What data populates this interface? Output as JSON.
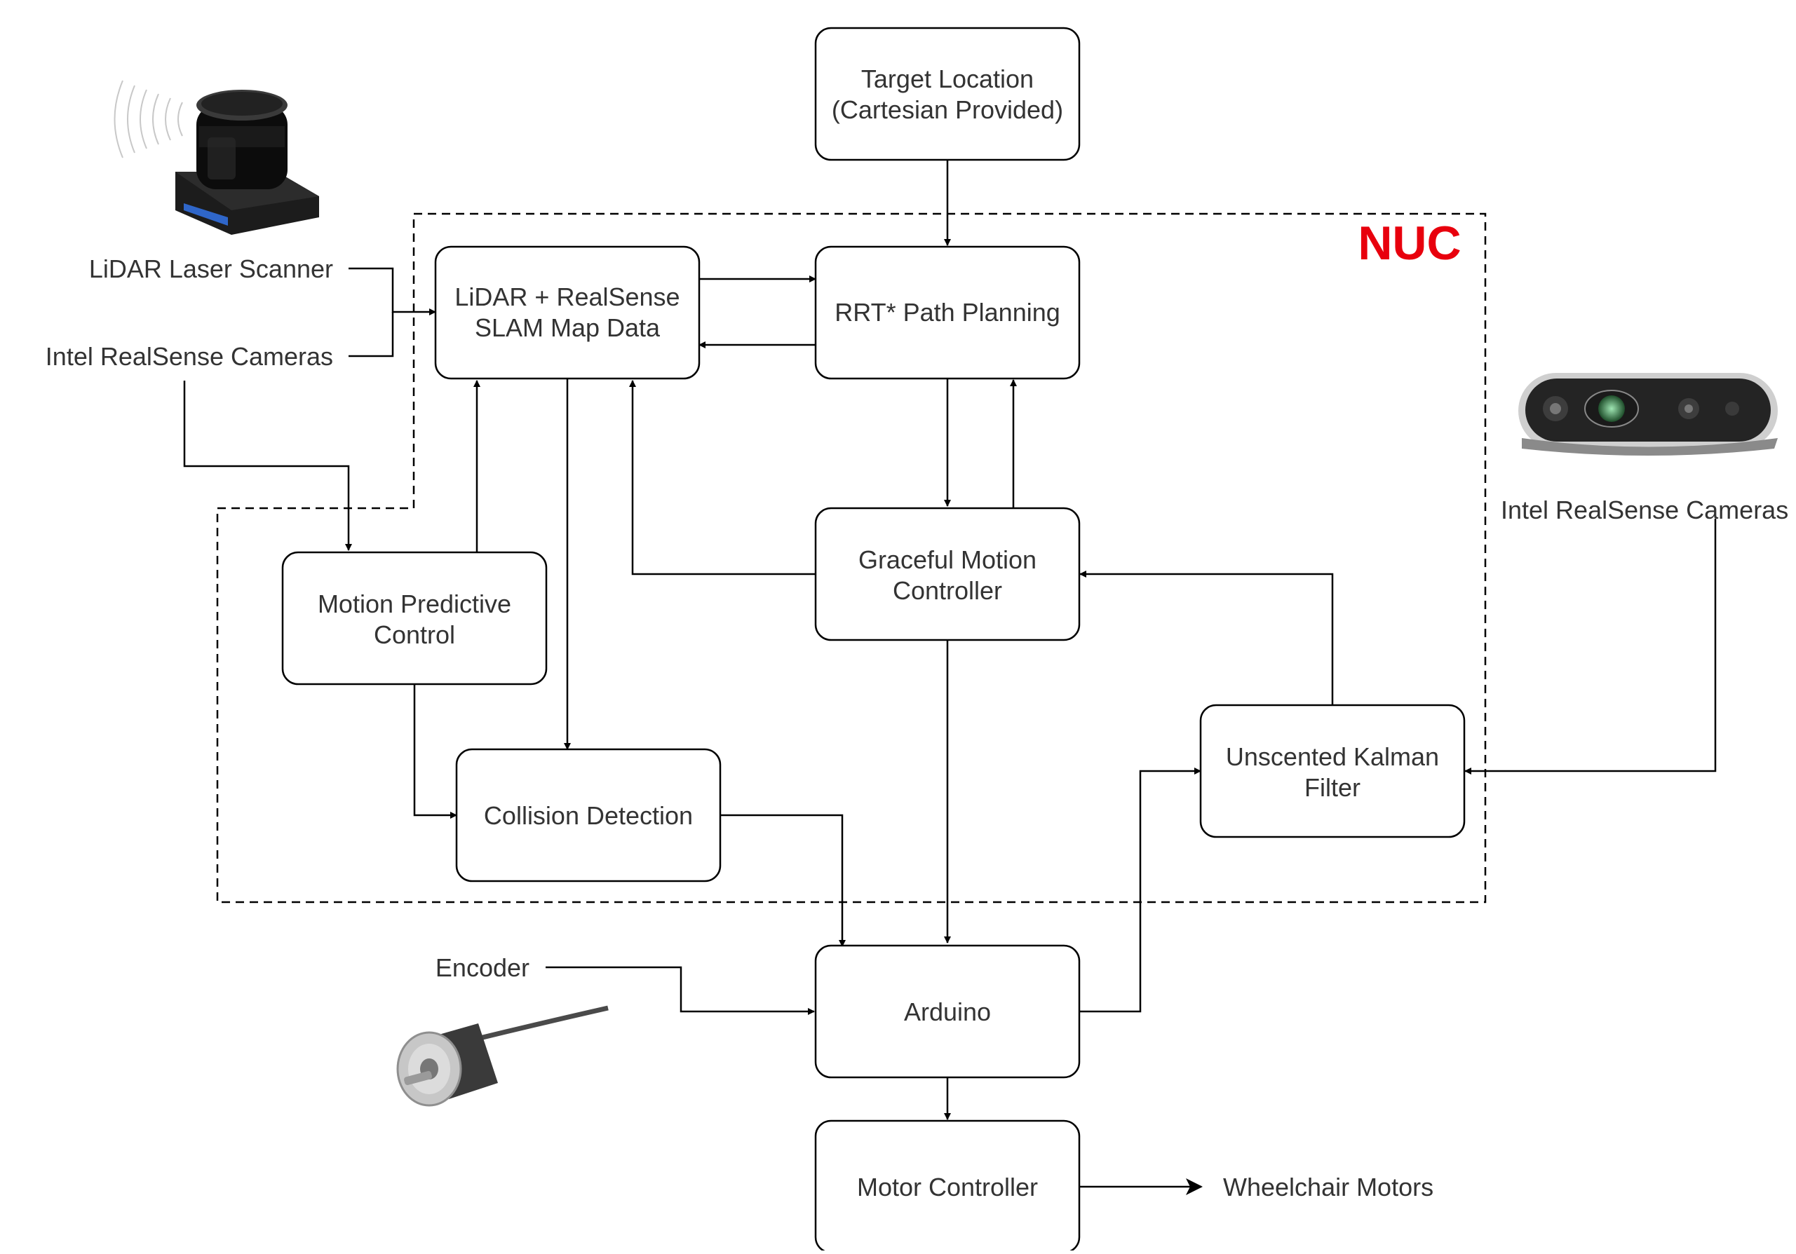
{
  "nuc_label": "NUC",
  "nodes": {
    "target": [
      "Target Location",
      "(Cartesian Provided)"
    ],
    "slam": [
      "LiDAR + RealSense",
      "SLAM Map Data"
    ],
    "rrt": [
      "RRT* Path Planning"
    ],
    "graceful": [
      "Graceful Motion",
      "Controller"
    ],
    "mpc": [
      "Motion Predictive",
      "Control"
    ],
    "collision": [
      "Collision Detection"
    ],
    "ukf": [
      "Unscented Kalman",
      "Filter"
    ],
    "arduino": [
      "Arduino"
    ],
    "motor": [
      "Motor Controller"
    ]
  },
  "labels": {
    "lidar_scanner": "LiDAR Laser Scanner",
    "realsense_left": "Intel RealSense Cameras",
    "realsense_right": "Intel RealSense Cameras",
    "encoder": "Encoder",
    "wheelchair": "Wheelchair Motors"
  },
  "colors": {
    "stroke": "#000000",
    "text": "#333333",
    "nuc": "#e8000d"
  }
}
